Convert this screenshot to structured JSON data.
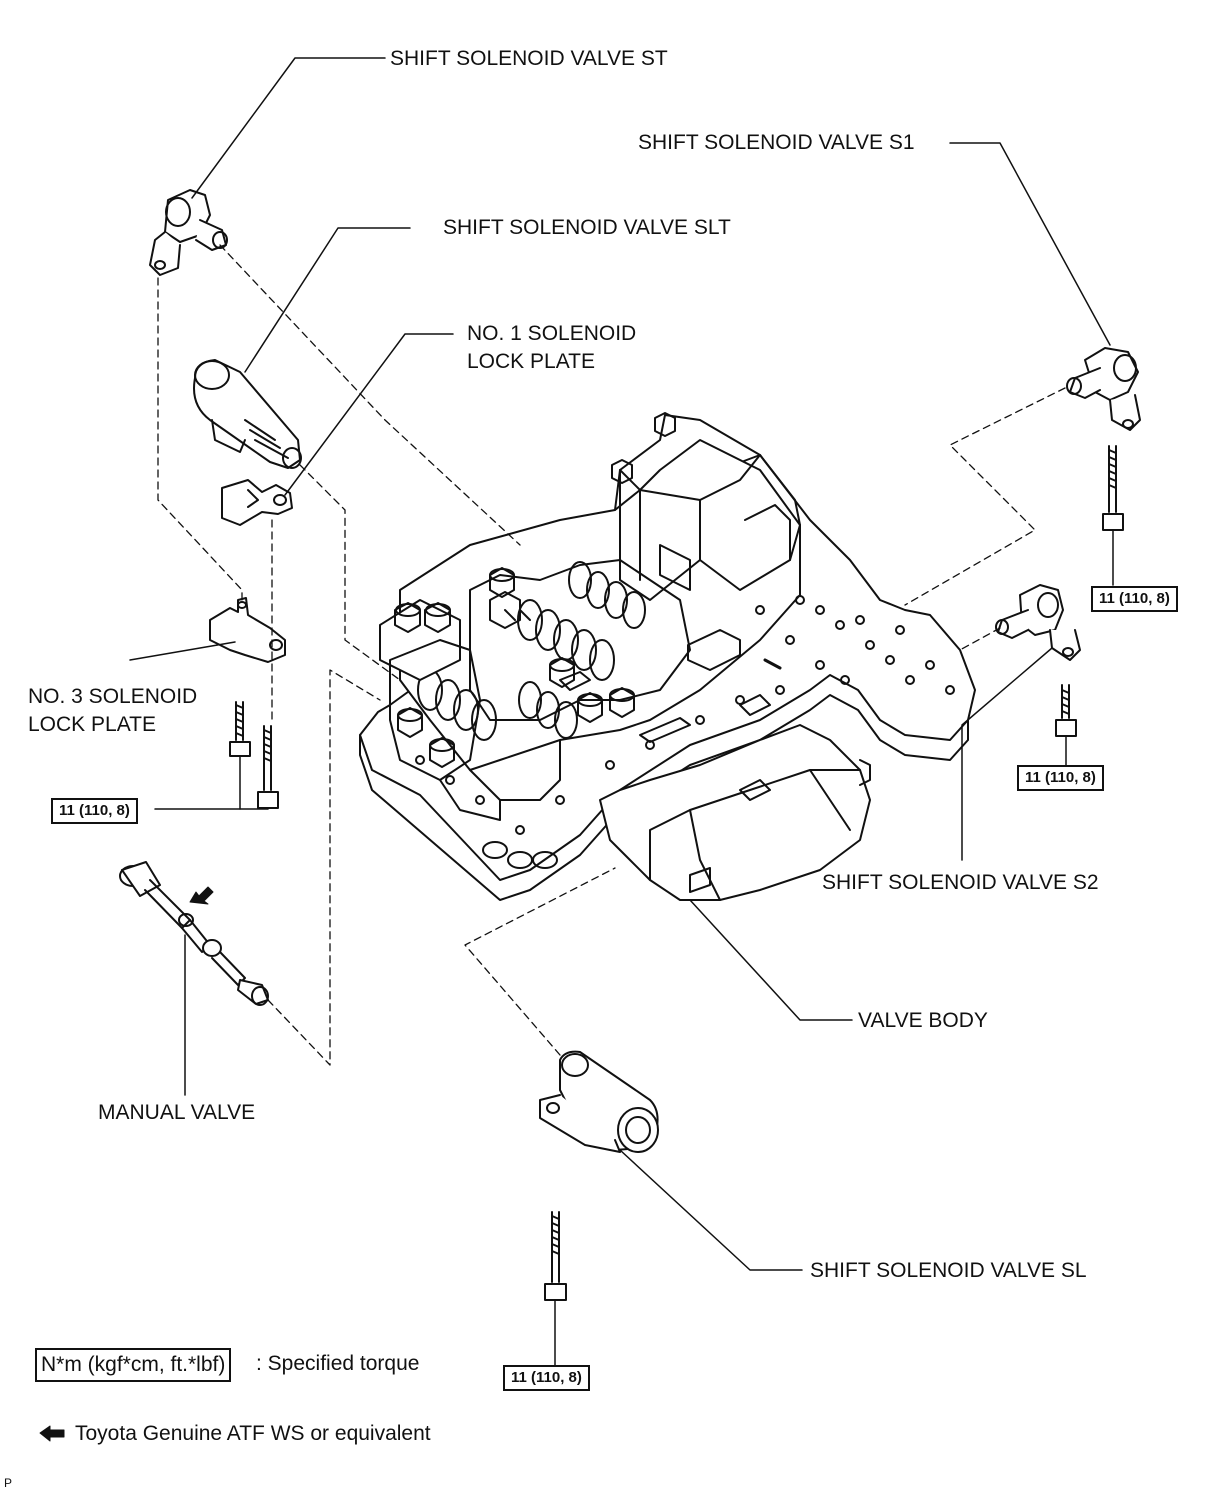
{
  "labels": {
    "shift_solenoid_st": "SHIFT SOLENOID VALVE ST",
    "shift_solenoid_s1": "SHIFT SOLENOID VALVE S1",
    "shift_solenoid_slt": "SHIFT SOLENOID VALVE SLT",
    "no1_lock_plate_line1": "NO. 1 SOLENOID",
    "no1_lock_plate_line2": "LOCK PLATE",
    "no3_lock_plate_line1": "NO. 3 SOLENOID",
    "no3_lock_plate_line2": "LOCK PLATE",
    "shift_solenoid_s2": "SHIFT SOLENOID VALVE S2",
    "valve_body": "VALVE BODY",
    "manual_valve": "MANUAL VALVE",
    "shift_solenoid_sl": "SHIFT SOLENOID VALVE SL"
  },
  "torque_specs": {
    "s1_bolt": "11 (110, 8)",
    "s2_bolt": "11 (110, 8)",
    "left_bolts": "11 (110, 8)",
    "sl_bolt": "11 (110, 8)"
  },
  "legend": {
    "torque_unit_box": "N*m (kgf*cm, ft.*lbf)",
    "torque_desc": ": Specified torque",
    "atf_desc": "Toyota Genuine ATF WS or equivalent"
  },
  "corner_mark": "P",
  "icons": [
    "arrow-left-icon"
  ]
}
